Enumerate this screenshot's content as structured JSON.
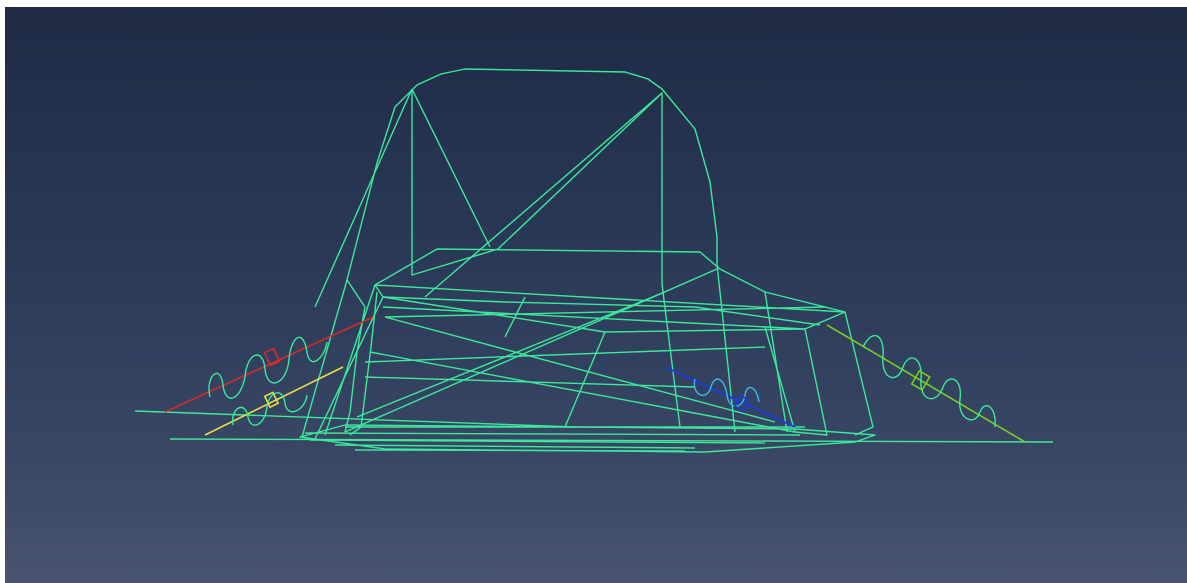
{
  "viewport": {
    "label": "",
    "background_top": "#1f2b45",
    "background_bottom": "#48546f"
  },
  "model": {
    "type": "wireframe-chassis-model",
    "frame_color": "#3de89c",
    "springs": [
      {
        "name": "front-left-spring",
        "color": "#d42a2a"
      },
      {
        "name": "rear-left-spring",
        "color": "#e6e04a"
      },
      {
        "name": "rear-center-spring",
        "color": "#1e3bd8"
      },
      {
        "name": "right-spring",
        "color": "#7acc1e"
      }
    ]
  }
}
